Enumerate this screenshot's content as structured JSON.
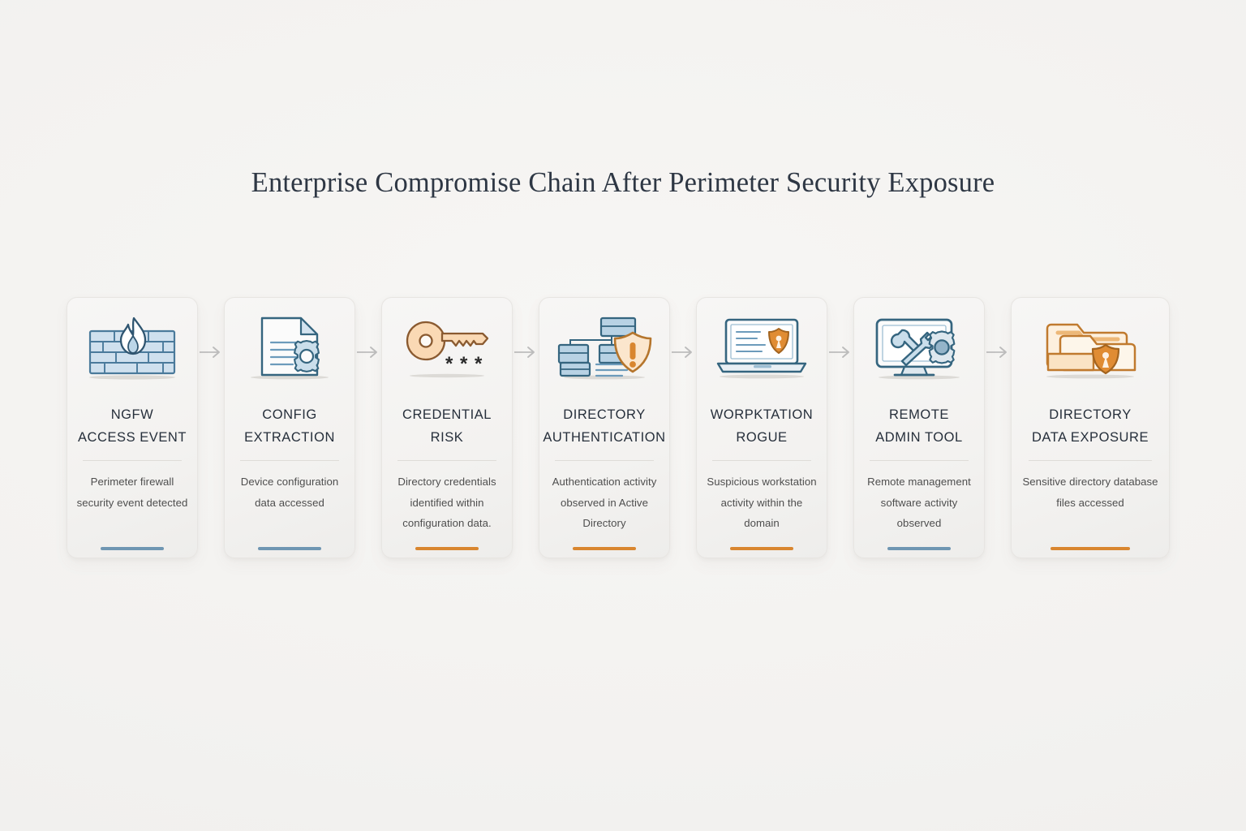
{
  "diagram": {
    "title": "Enterprise Compromise Chain After Perimeter Security Exposure",
    "type": "linear-process-chain",
    "background_color": "#f4f3f1",
    "accent_colors": {
      "blue": "#6f96b2",
      "orange": "#d9862f"
    },
    "arrow_color": "#b9b9b9",
    "stage_count": 7
  },
  "stages": [
    {
      "title": "NGFW\nACCESS EVENT",
      "description": "Perimeter firewall security event detected",
      "icon": "firewall-brickwall-flame-icon",
      "accent": "#6f96b2",
      "accent_name": "blue"
    },
    {
      "title": "CONFIG\nEXTRACTION",
      "description": "Device configuration data accessed",
      "icon": "document-gear-icon",
      "accent": "#6f96b2",
      "accent_name": "blue"
    },
    {
      "title": "CREDENTIAL\nRISK",
      "description": "Directory credentials identified within configuration data.",
      "icon": "key-password-asterisks-icon",
      "accent": "#d9862f",
      "accent_name": "orange"
    },
    {
      "title": "DIRECTORY\nAUTHENTICATION",
      "description": "Authentication activity observed in Active Directory",
      "icon": "org-chart-warning-shield-icon",
      "accent": "#d9862f",
      "accent_name": "orange"
    },
    {
      "title": "WORPKTATION\nROGUE",
      "description": "Suspicious workstation activity within the domain",
      "icon": "laptop-shield-lock-icon",
      "accent": "#d9862f",
      "accent_name": "orange"
    },
    {
      "title": "REMOTE\nADMIN TOOL",
      "description": "Remote management software activity observed",
      "icon": "monitor-tools-gear-icon",
      "accent": "#6f96b2",
      "accent_name": "blue"
    },
    {
      "title": "DIRECTORY\nDATA EXPOSURE",
      "description": "Sensitive directory database files accessed",
      "icon": "folders-shield-icon",
      "accent": "#d9862f",
      "accent_name": "orange"
    }
  ],
  "connectors": [
    {
      "name": "arrow-right-icon",
      "from": 0,
      "to": 1
    },
    {
      "name": "arrow-right-icon",
      "from": 1,
      "to": 2
    },
    {
      "name": "arrow-right-icon",
      "from": 2,
      "to": 3
    },
    {
      "name": "arrow-right-icon",
      "from": 3,
      "to": 4
    },
    {
      "name": "arrow-right-icon",
      "from": 4,
      "to": 5
    },
    {
      "name": "arrow-right-icon",
      "from": 5,
      "to": 6
    }
  ]
}
